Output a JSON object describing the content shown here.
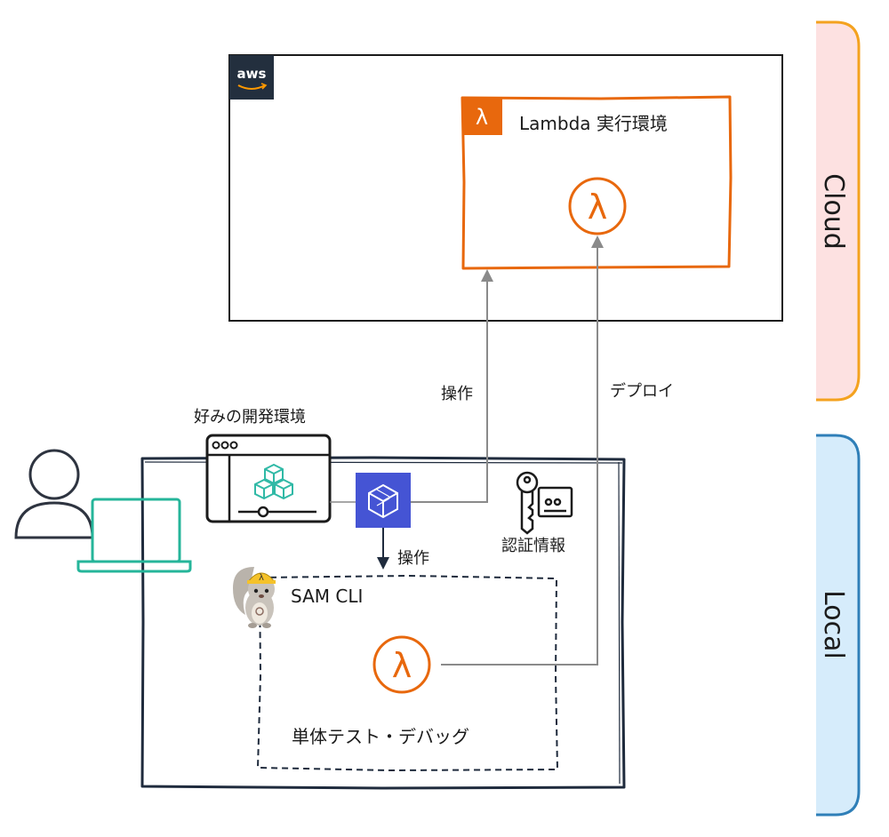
{
  "zones": {
    "cloud_label": "Cloud",
    "local_label": "Local",
    "cloud_color": "#f4a37d",
    "cloud_fill": "#fde1e1",
    "local_color": "#2f7fb8",
    "local_fill": "#d6ecfb"
  },
  "aws": {
    "logo_text": "aws",
    "lambda_env_label": "Lambda 実行環境",
    "accent_color": "#e8680d"
  },
  "local": {
    "ide_label": "好みの開発環境",
    "credentials_label": "認証情報",
    "sam_cli_label": "SAM CLI",
    "unit_test_label": "単体テスト・デバッグ",
    "operate_down_label": "操作",
    "toolkit_color": "#4554d4",
    "laptop_color": "#25b59a"
  },
  "arrows": {
    "operate_up_label": "操作",
    "deploy_label": "デプロイ"
  },
  "icons": [
    "user-icon",
    "laptop-icon",
    "ide-window-icon",
    "aws-toolkit-icon",
    "key-certificate-icon",
    "sam-squirrel-icon",
    "lambda-icon",
    "aws-logo-icon"
  ]
}
